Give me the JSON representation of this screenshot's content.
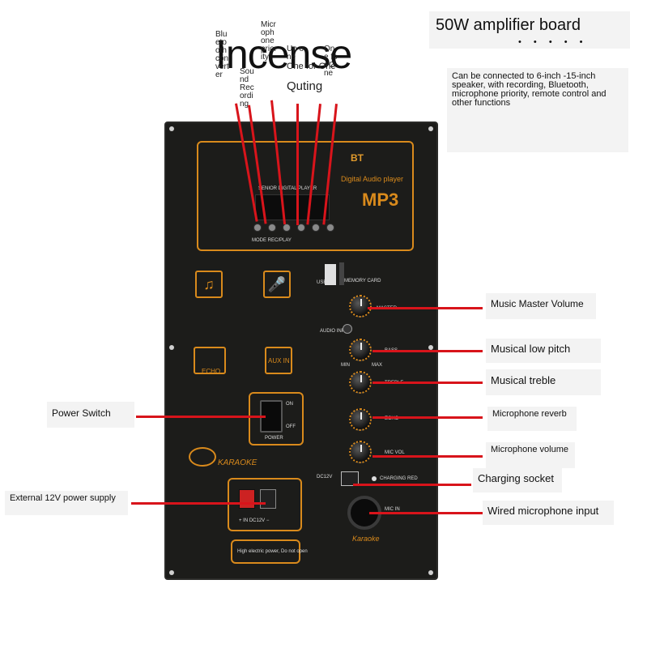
{
  "header": {
    "watermark": "Incense",
    "title": "50W amplifier board",
    "subtitle_partial": "• • • • •",
    "description": "Can be connected to 6-inch -15-inch speaker, with recording, Bluetooth, microphone priority, remote control and other functions"
  },
  "top_labels": {
    "bluetooth": "Bluetooth converter",
    "sound_recording": "Sound Recording",
    "microphone_priority": "Microphone priority",
    "up_one": "Up one",
    "one_for_one": "One for One",
    "one_for_one_2": "One for One",
    "quting": "Quting"
  },
  "right_labels": {
    "master_volume": "Music Master Volume",
    "low_pitch": "Musical low pitch",
    "treble": "Musical treble",
    "mic_reverb": "Microphone reverb",
    "mic_volume": "Microphone volume",
    "charging": "Charging socket",
    "wired_mic": "Wired microphone input"
  },
  "left_labels": {
    "power_switch": "Power Switch",
    "ext_power": "External 12V power supply"
  },
  "board": {
    "brand_bt": "BT",
    "digital_player": "Digital Audio player",
    "mp3": "MP3",
    "senior": "SENIOR DIGITAL PLAYER",
    "mode_rec": "MODE REC/PLAY",
    "usb": "USB",
    "memory_card": "MEMORY CARD",
    "knob_labels": [
      "MASTER",
      "BASS",
      "TREBLE",
      "ECHO",
      "MIC VOL"
    ],
    "min": "MIN",
    "max": "MAX",
    "audio_input": "AUDIO INPUT",
    "echo_icon": "ECHO",
    "aux_in": "AUX IN",
    "on": "ON",
    "off": "OFF",
    "power": "POWER",
    "karaoke": "KARAOKE",
    "dc12v": "DC12V",
    "dc_label": "+ IN DC12V −",
    "charging_red": "CHARGING RED",
    "mic_in": "MIC IN",
    "warning": "High electric power, Do not open",
    "karaoke_small": "Karaoke"
  }
}
